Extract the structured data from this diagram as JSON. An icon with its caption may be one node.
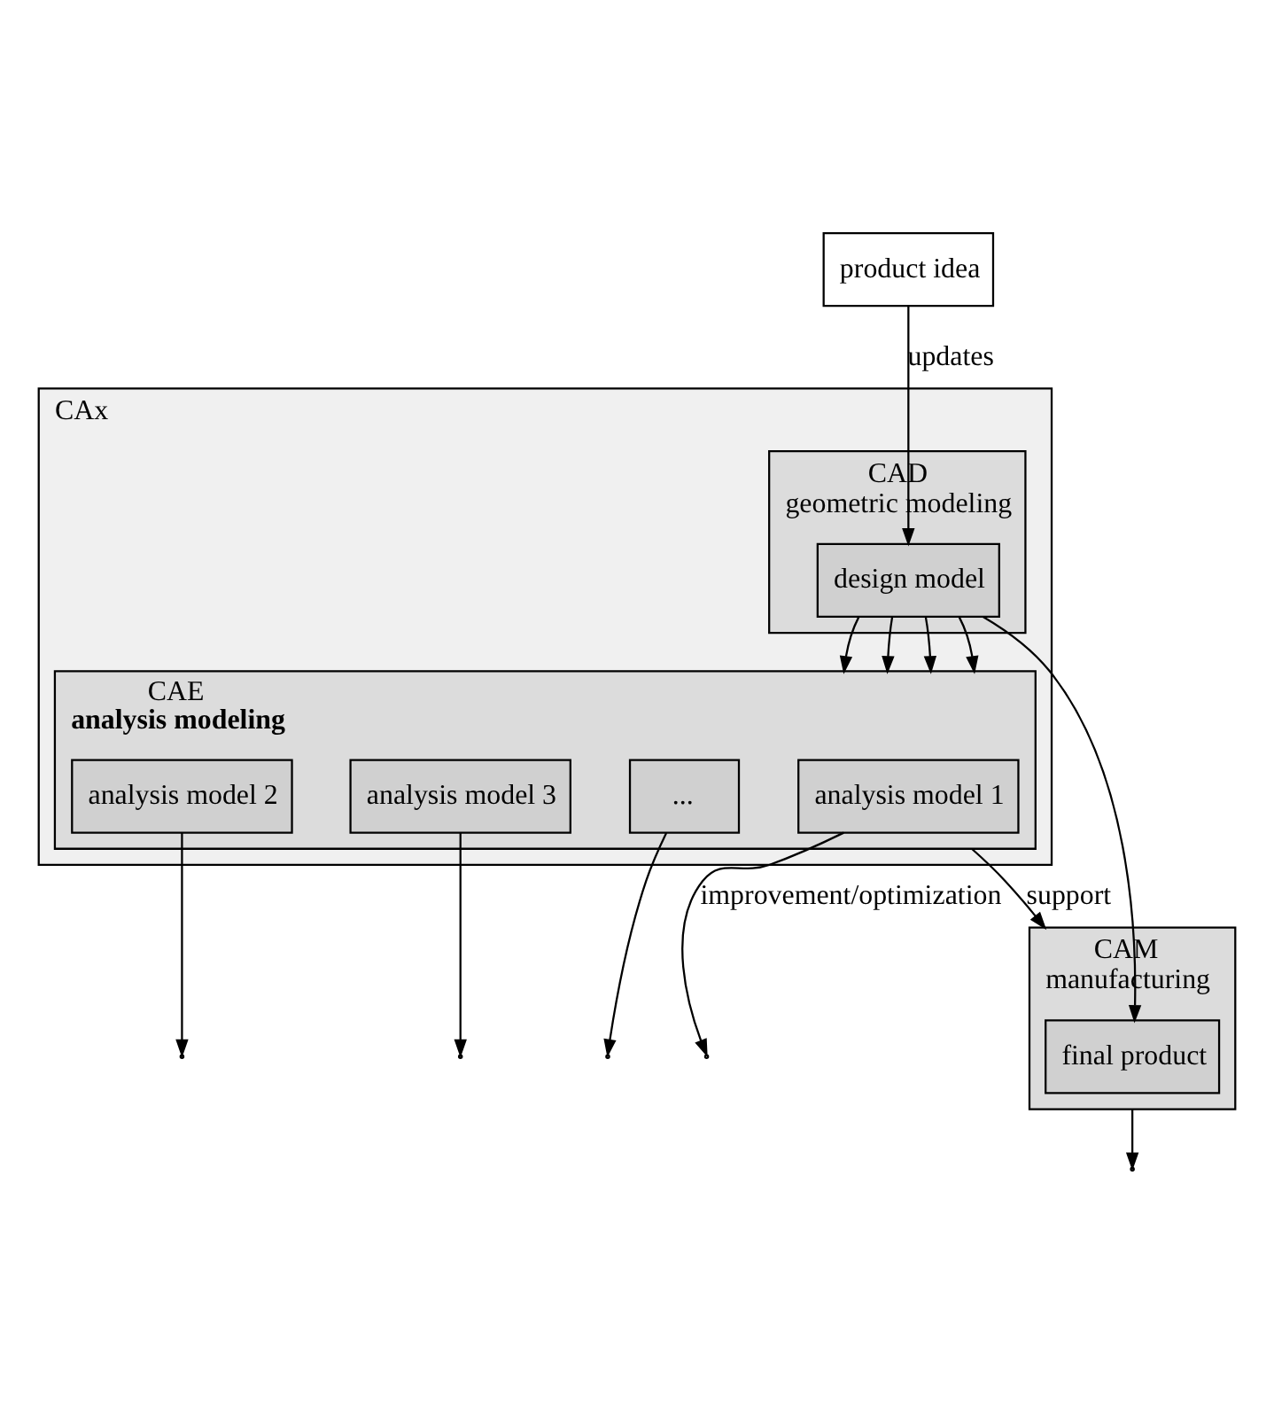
{
  "diagram": {
    "nodes": [
      {
        "text": [
          "product idea"
        ]
      },
      {
        "text": [
          "CAx"
        ]
      },
      {
        "text": [
          "CAD",
          "geometric modeling"
        ],
        "in": 1
      },
      {
        "text": [
          "design model"
        ],
        "in": 2
      },
      {
        "text": [
          "CAE",
          "analysis modeling"
        ],
        "in": 1
      },
      {
        "text": [
          "analysis model 1"
        ],
        "in": 4
      },
      {
        "text": [
          "analysis model 2"
        ],
        "in": 4
      },
      {
        "text": [
          "analysis model 3"
        ],
        "in": 4
      },
      {
        "text": [
          "..."
        ],
        "in": 4
      },
      {
        "text": [
          "CAM",
          "manufacturing"
        ]
      },
      {
        "text": [
          "final product"
        ],
        "in": 9
      }
    ],
    "edges": [
      {
        "from": 0,
        "to": 3,
        "arrow": "to",
        "label": "updates"
      },
      {
        "from": 3,
        "to": 4,
        "arrow": "to"
      },
      {
        "from": 3,
        "to": 4,
        "arrow": "to"
      },
      {
        "from": 3,
        "to": 4,
        "arrow": "to"
      },
      {
        "from": 3,
        "to": 4,
        "arrow": "to"
      },
      {
        "from": 3,
        "to": 10,
        "arrow": "to"
      },
      {
        "from": 4,
        "to": 9,
        "arrow": "to",
        "label": "support"
      },
      {
        "from": 5,
        "to": null,
        "arrow": "to",
        "label": "improvement/optimization"
      },
      {
        "from": 6,
        "to": null,
        "arrow": "to"
      },
      {
        "from": 7,
        "to": null,
        "arrow": "to"
      },
      {
        "from": 8,
        "to": null,
        "arrow": "to"
      },
      {
        "from": 9,
        "to": null,
        "arrow": "to"
      }
    ]
  }
}
